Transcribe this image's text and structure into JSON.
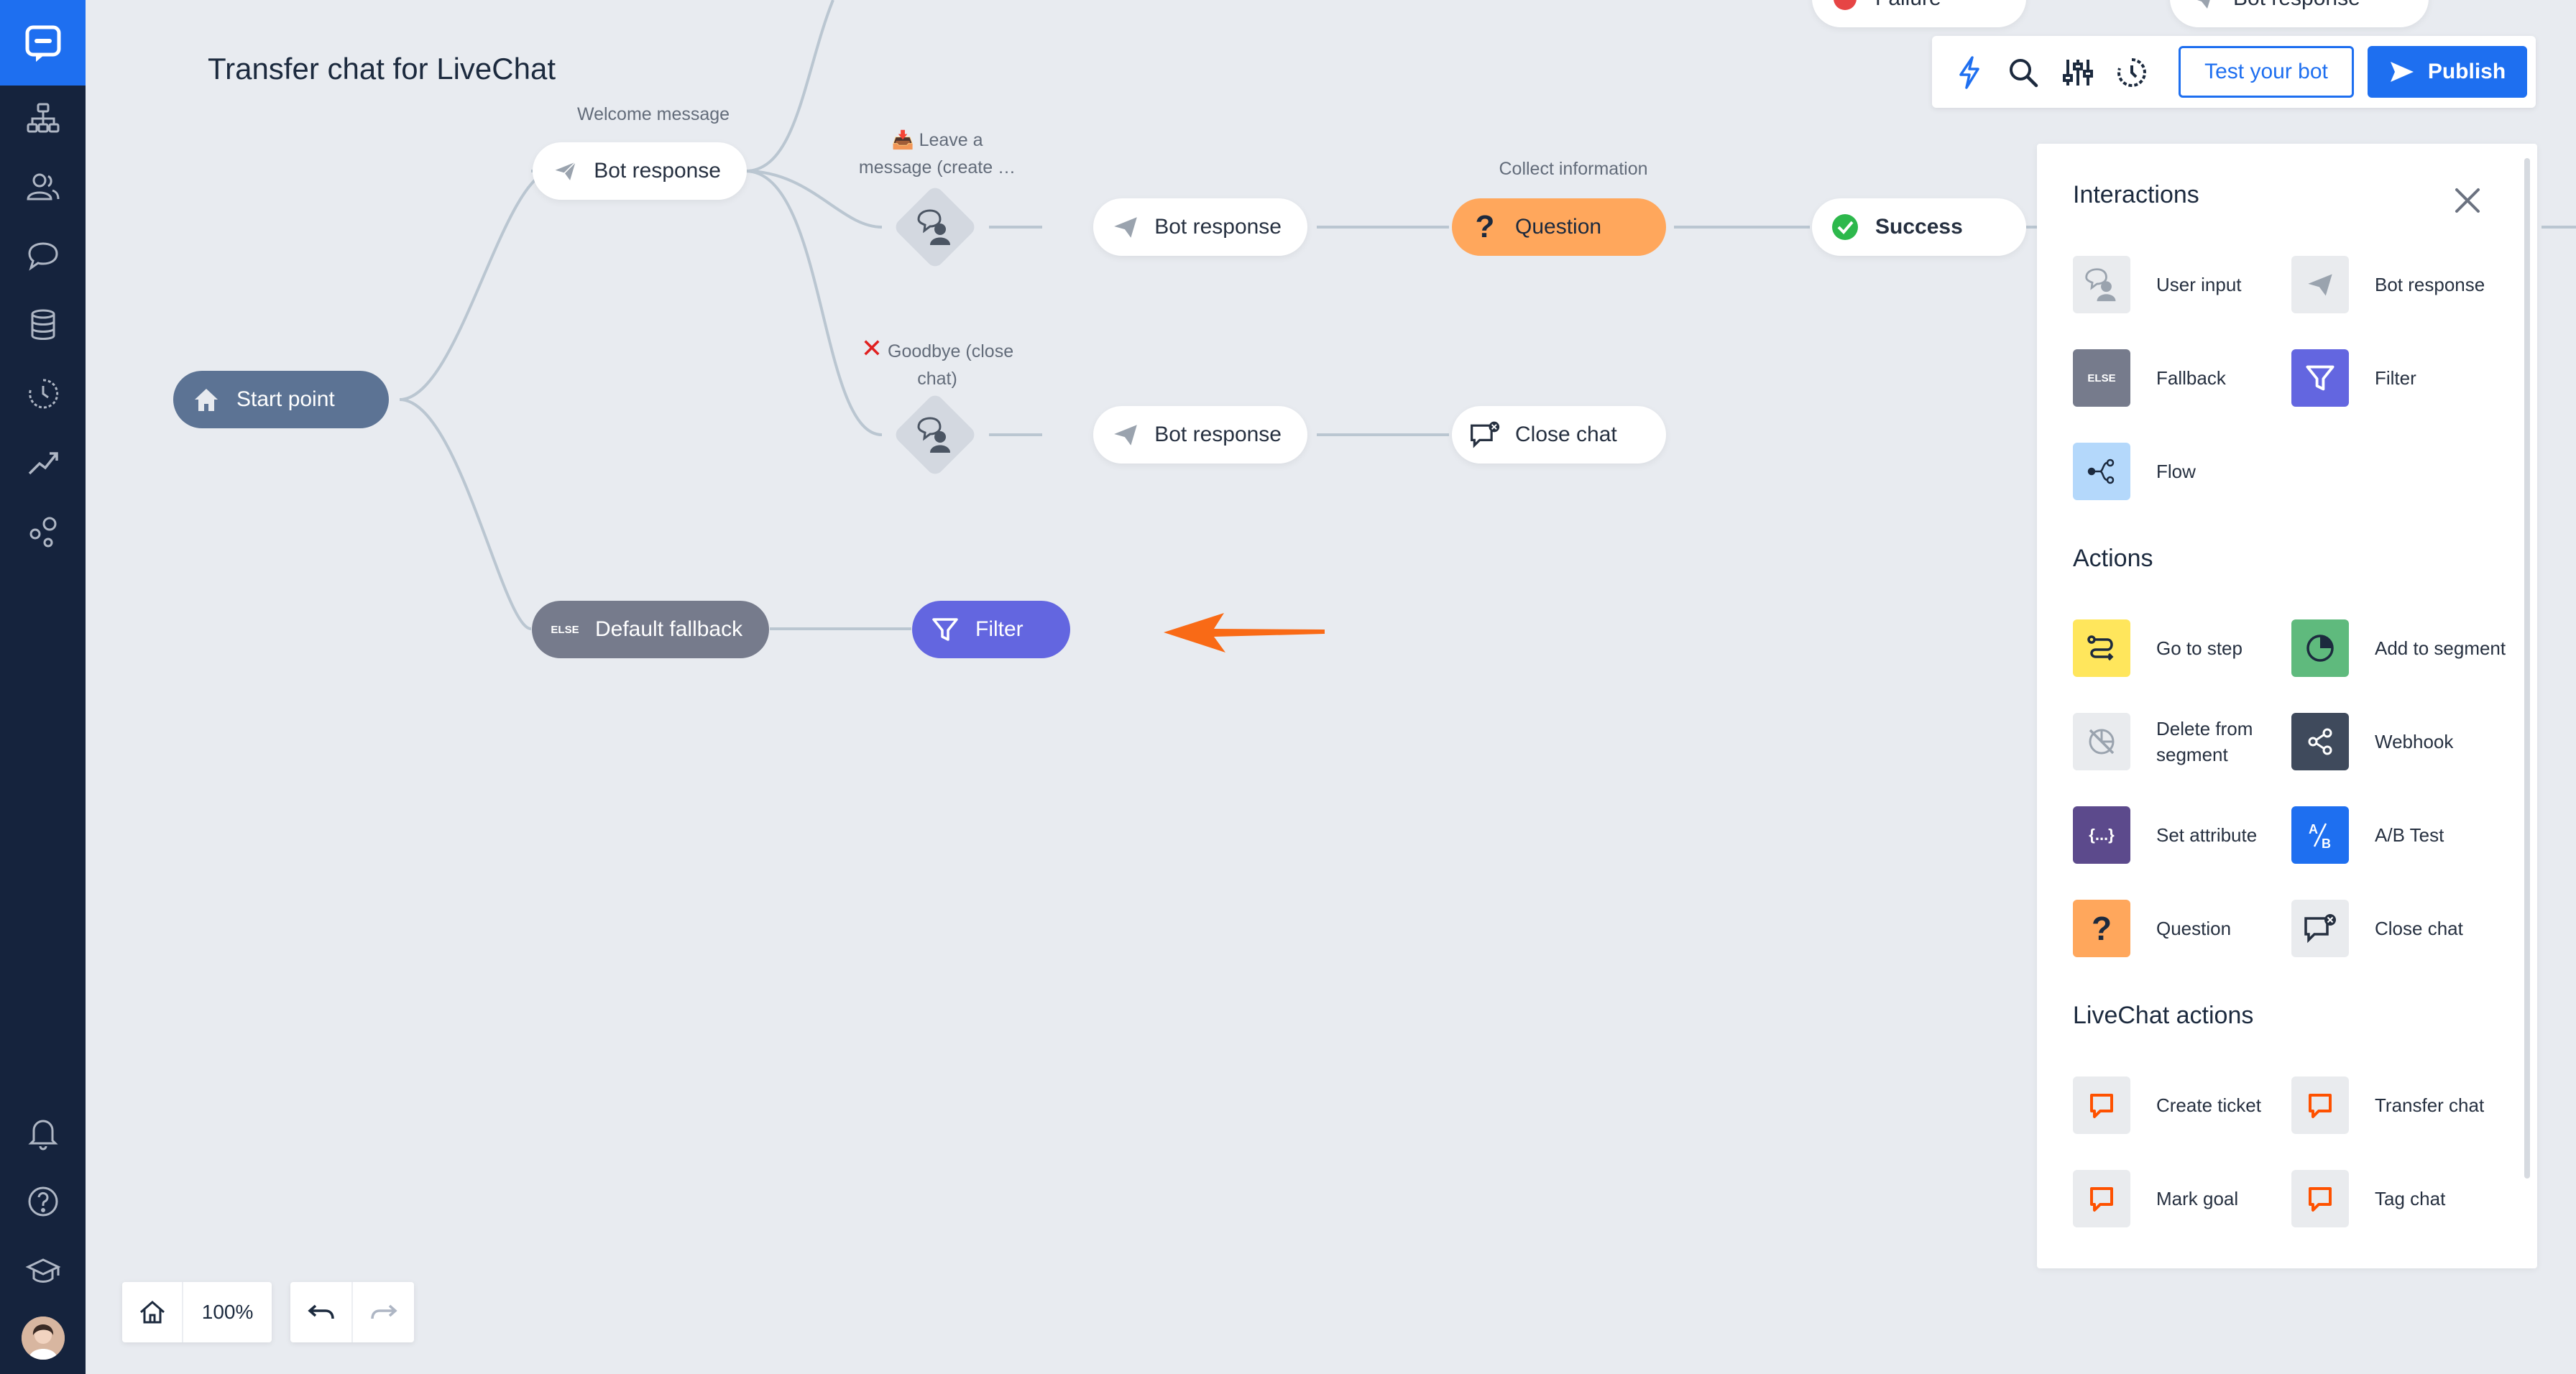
{
  "app": {
    "title": "Transfer chat for LiveChat",
    "colors": {
      "accent": "#1e6ff0",
      "nav_bg": "#15233d",
      "canvas_bg": "#e8ebf0",
      "question": "#ffa75c",
      "filter": "#6366e0",
      "fallback": "#767b8c",
      "start": "#5c7394",
      "arrow": "#f96a16"
    }
  },
  "nav": {
    "items": [
      "logo-icon",
      "chatbots-icon",
      "audience-icon",
      "conversations-icon",
      "database-icon",
      "history-icon",
      "reports-icon",
      "integrations-icon",
      "notifications-icon",
      "help-icon",
      "academy-icon"
    ]
  },
  "toolbar": {
    "icons": [
      "lightning-icon",
      "search-icon",
      "sliders-icon",
      "history-icon"
    ],
    "test_label": "Test your bot",
    "publish_label": "Publish"
  },
  "flow": {
    "top_cut_labels": {
      "left": "Failure",
      "right": "Bot response"
    },
    "start": "Start point",
    "welcome_caption": "Welcome message",
    "welcome_node": "Bot response",
    "leave_caption_1": "Leave a",
    "leave_caption_2": "message (create …",
    "goodbye_caption_1": "Goodbye (close",
    "goodbye_caption_2": "chat)",
    "bot_response_1": "Bot response",
    "bot_response_2": "Bot response",
    "collect_caption": "Collect information",
    "question_node": "Question",
    "success_node": "Success",
    "close_chat_node": "Close chat",
    "fallback_badge": "ELSE",
    "fallback_node": "Default fallback",
    "filter_node": "Filter"
  },
  "panel": {
    "interactions_title": "Interactions",
    "interactions": [
      {
        "label": "User input",
        "icon": "user-input-icon"
      },
      {
        "label": "Bot response",
        "icon": "send-icon"
      },
      {
        "label": "Fallback",
        "icon": "fallback-icon",
        "badge": "ELSE"
      },
      {
        "label": "Filter",
        "icon": "filter-icon"
      },
      {
        "label": "Flow",
        "icon": "flow-icon"
      }
    ],
    "actions_title": "Actions",
    "actions": [
      {
        "label": "Go to step",
        "icon": "goto-icon"
      },
      {
        "label": "Add to segment",
        "icon": "segment-icon"
      },
      {
        "label": "Delete from segment",
        "icon": "delete-segment-icon"
      },
      {
        "label": "Webhook",
        "icon": "webhook-icon"
      },
      {
        "label": "Set attribute",
        "icon": "attribute-icon",
        "badge": "{...}"
      },
      {
        "label": "A/B Test",
        "icon": "ab-test-icon"
      },
      {
        "label": "Question",
        "icon": "question-icon",
        "badge": "?"
      },
      {
        "label": "Close chat",
        "icon": "close-chat-icon"
      }
    ],
    "livechat_title": "LiveChat actions",
    "livechat": [
      {
        "label": "Create ticket",
        "icon": "livechat-icon"
      },
      {
        "label": "Transfer chat",
        "icon": "livechat-icon"
      },
      {
        "label": "Mark goal",
        "icon": "livechat-icon"
      },
      {
        "label": "Tag chat",
        "icon": "livechat-icon"
      }
    ]
  },
  "bottom": {
    "zoom": "100%"
  }
}
